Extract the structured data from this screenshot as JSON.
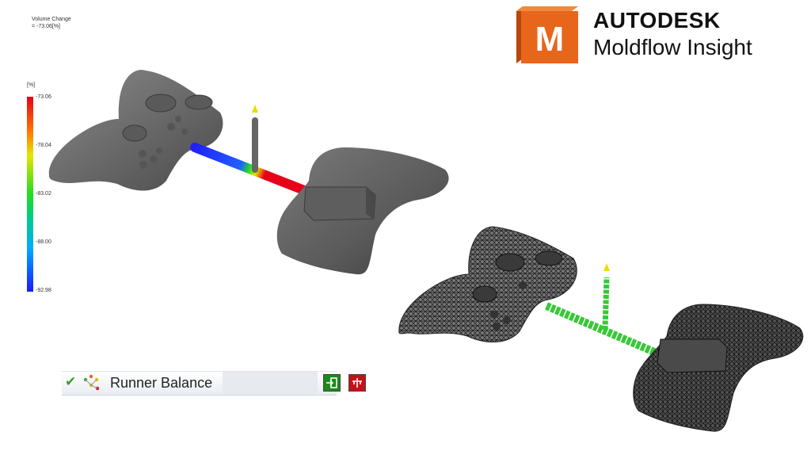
{
  "result": {
    "title": "Volume Change",
    "value": "= -73.06[%]"
  },
  "legend": {
    "unit": "[%]",
    "ticks": [
      "-73.06",
      "-78.04",
      "-83.02",
      "-88.00",
      "-92.98"
    ],
    "colors": [
      "#e8001a",
      "#ff7a00",
      "#e6e600",
      "#22dd22",
      "#00aaff",
      "#1a1aff"
    ]
  },
  "logo": {
    "letter": "M",
    "brand": "AUTODESK",
    "product": "Moldflow Insight",
    "color": "#e8661c"
  },
  "toolbar": {
    "label": "Runner Balance",
    "icons": [
      "check-icon",
      "runner-balance-icon",
      "accept-icon",
      "cancel-icon"
    ]
  },
  "scene": {
    "models": [
      "game-controller-front",
      "game-controller-back"
    ],
    "runner_top": "gradient runner",
    "runner_bottom": "green beam mesh runner"
  }
}
